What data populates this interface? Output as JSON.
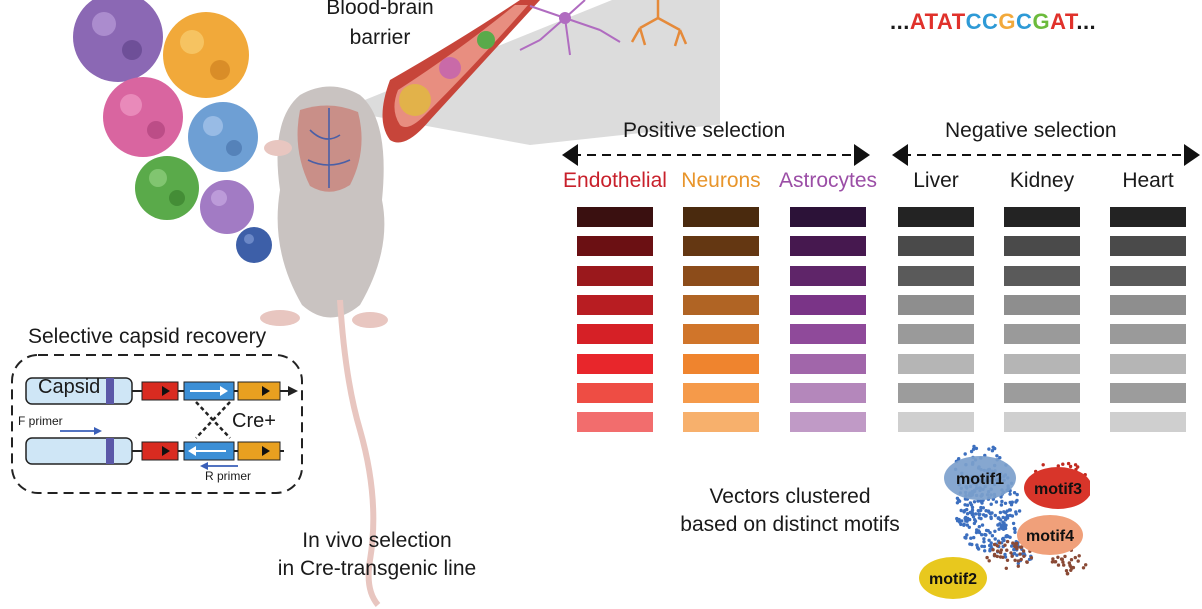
{
  "bbb": {
    "line1": "Blood-brain",
    "line2": "barrier"
  },
  "sequence": {
    "prefix": "...",
    "letters": [
      {
        "c": "A",
        "color": "#e0312b"
      },
      {
        "c": "T",
        "color": "#e0312b"
      },
      {
        "c": "A",
        "color": "#e0312b"
      },
      {
        "c": "T",
        "color": "#e0312b"
      },
      {
        "c": "C",
        "color": "#2e9ad6"
      },
      {
        "c": "C",
        "color": "#2e9ad6"
      },
      {
        "c": "G",
        "color": "#f2a93b"
      },
      {
        "c": "C",
        "color": "#2e9ad6"
      },
      {
        "c": "G",
        "color": "#6cbb3c"
      },
      {
        "c": "A",
        "color": "#e0312b"
      },
      {
        "c": "T",
        "color": "#e0312b"
      }
    ],
    "suffix": "..."
  },
  "selection": {
    "positive_title": "Positive selection",
    "negative_title": "Negative selection",
    "columns": [
      {
        "label": "Endothelial",
        "label_color": "#c8202b",
        "swatches": [
          "#3a1010",
          "#6b1013",
          "#9a181c",
          "#b81d22",
          "#d62026",
          "#e8262b",
          "#ee4d44",
          "#f26d6d"
        ]
      },
      {
        "label": "Neurons",
        "label_color": "#e8952b",
        "swatches": [
          "#4a2a0e",
          "#643712",
          "#8c4c1a",
          "#b06424",
          "#d0752a",
          "#ef842e",
          "#f59a4a",
          "#f7b06c"
        ]
      },
      {
        "label": "Astrocytes",
        "label_color": "#9b4ea6",
        "swatches": [
          "#2c1238",
          "#46184f",
          "#5f2569",
          "#7a3487",
          "#8f4a9a",
          "#a166aa",
          "#b487bb",
          "#c09ac6"
        ]
      },
      {
        "label": "Liver",
        "label_color": "#1a1a1a",
        "swatches": [
          "#232323",
          "#4a4a4a",
          "#5a5a5a",
          "#8e8e8e",
          "#9a9a9a",
          "#b5b5b5",
          "#9c9c9c",
          "#cfcfcf"
        ]
      },
      {
        "label": "Kidney",
        "label_color": "#1a1a1a",
        "swatches": [
          "#232323",
          "#4a4a4a",
          "#5a5a5a",
          "#8e8e8e",
          "#9a9a9a",
          "#b5b5b5",
          "#9c9c9c",
          "#cfcfcf"
        ]
      },
      {
        "label": "Heart",
        "label_color": "#1a1a1a",
        "swatches": [
          "#232323",
          "#4a4a4a",
          "#5a5a5a",
          "#8e8e8e",
          "#9a9a9a",
          "#b5b5b5",
          "#9c9c9c",
          "#cfcfcf"
        ]
      }
    ]
  },
  "recovery": {
    "title": "Selective capsid recovery",
    "capsid": "Capsid",
    "cre": "Cre+",
    "f_primer": "F primer",
    "r_primer": "R primer"
  },
  "in_vivo": {
    "line1": "In vivo selection",
    "line2": "in Cre-transgenic line"
  },
  "clusters": {
    "caption1": "Vectors clustered",
    "caption2": "based on distinct motifs",
    "motifs": [
      {
        "name": "motif1",
        "color": "#7c9fcc"
      },
      {
        "name": "motif3",
        "color": "#d8352a"
      },
      {
        "name": "motif4",
        "color": "#f0a07a"
      },
      {
        "name": "motif2",
        "color": "#e8c81e"
      }
    ]
  }
}
